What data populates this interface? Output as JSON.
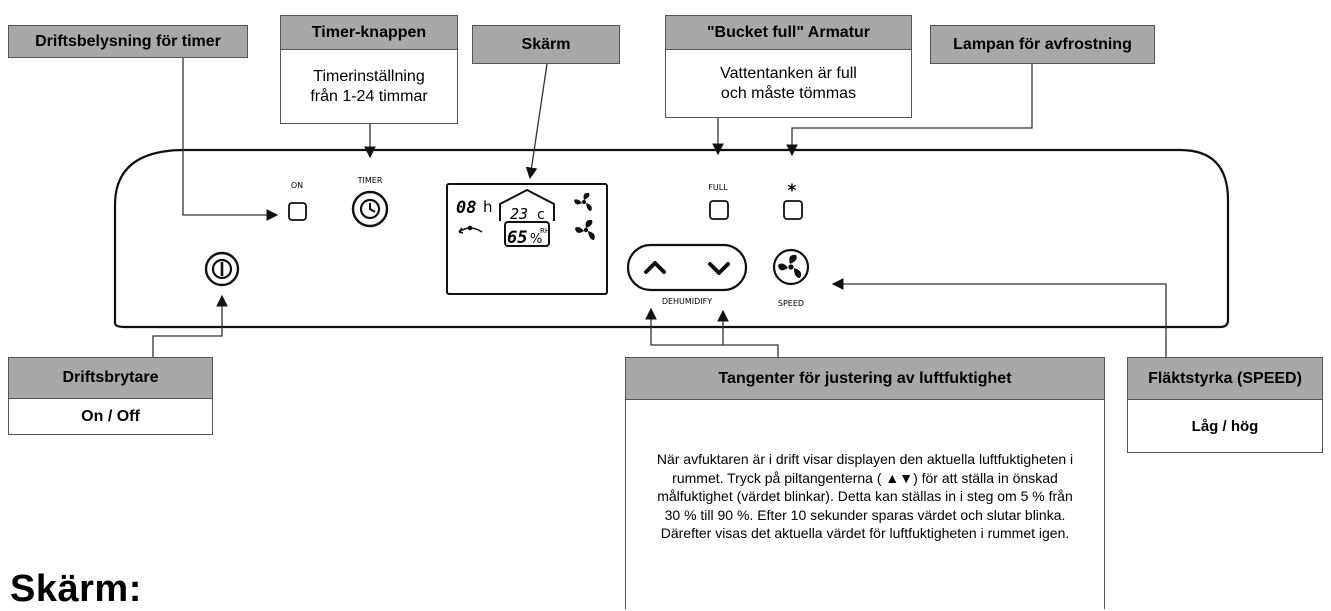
{
  "callouts": {
    "timer_light": {
      "title": "Driftsbelysning för timer"
    },
    "timer_button": {
      "title": "Timer-knappen",
      "body_line1": "Timerinställning",
      "body_line2": "från 1-24 timmar"
    },
    "screen": {
      "title": "Skärm"
    },
    "bucket_full": {
      "title": "\"Bucket full\" Armatur",
      "body_line1": "Vattentanken är full",
      "body_line2": "och måste tömmas"
    },
    "defrost": {
      "title": "Lampan för avfrostning"
    },
    "power": {
      "title": "Driftsbrytare",
      "body": "On / Off"
    },
    "humidity": {
      "title": "Tangenter för justering av luftfuktighet",
      "body": "När avfuktaren är i drift visar displayen den aktuella luftfuktigheten i rummet. Tryck på piltangenterna ( ▲▼) för att ställa in önskad målfuktighet (värdet blinkar). Detta kan ställas in i steg om 5 % från 30 % till 90 %. Efter 10 sekunder sparas värdet och slutar blinka. Därefter visas det aktuella värdet för luftfuktigheten i rummet igen."
    },
    "fan_speed": {
      "title": "Fläktstyrka (SPEED)",
      "body": "Låg / hög"
    }
  },
  "panel": {
    "on_label": "ON",
    "timer_label": "TIMER",
    "full_label": "FULL",
    "defrost_symbol": "*",
    "dehumidify_label": "DEHUMIDIFY",
    "speed_label": "SPEED",
    "display": {
      "timer_value": "08",
      "timer_unit": "h",
      "temperature": "23",
      "temp_unit": "c",
      "humidity": "65",
      "humidity_unit": "%",
      "rh_label": "RH"
    }
  },
  "page_title": "Skärm:"
}
